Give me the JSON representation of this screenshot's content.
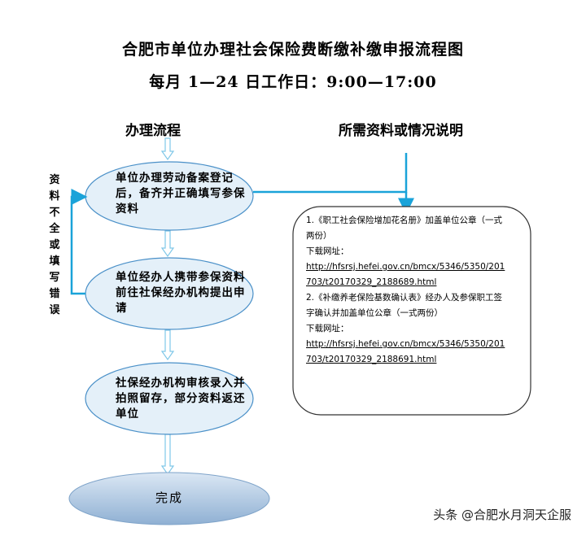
{
  "title": "合肥市单位办理社会保险费断缴补缴申报流程图",
  "subtitle": "每月 1—24 日工作日：9:00—17:00",
  "left_header": "办理流程",
  "right_header": "所需资料或情况说明",
  "steps": [
    {
      "text": "单位办理劳动备案登记后，备齐并正确填写参保资料"
    },
    {
      "text": "单位经办人携带参保资料前往社保经办机构提出申请"
    },
    {
      "text": "社保经办机构审核录入并拍照留存，部分资料返还单位"
    },
    {
      "text": "完成"
    }
  ],
  "side_note": "资料不全或填写错误",
  "info": {
    "item1": "1.《职工社会保险增加花名册》加盖单位公章（一式两份）",
    "download1_label": "下载网址：",
    "url1": "http://hfsrsj.hefei.gov.cn/bmcx/5346/5350/201703/t20170329_2188689.html",
    "item2": "2.《补缴养老保险基数确认表》经办人及参保职工签字确认并加盖单位公章（一式两份）",
    "download2_label": "下载网址：",
    "url2": "http://hfsrsj.hefei.gov.cn/bmcx/5346/5350/201703/t20170329_2188691.html"
  },
  "watermark": "头条 @合肥水月洞天企服",
  "colors": {
    "ellipse_fill": "#d9eaf7",
    "ellipse_stroke": "#4a90c8",
    "arrow_blue": "#1aa3d9",
    "final_fill": "#b8cfe6"
  }
}
